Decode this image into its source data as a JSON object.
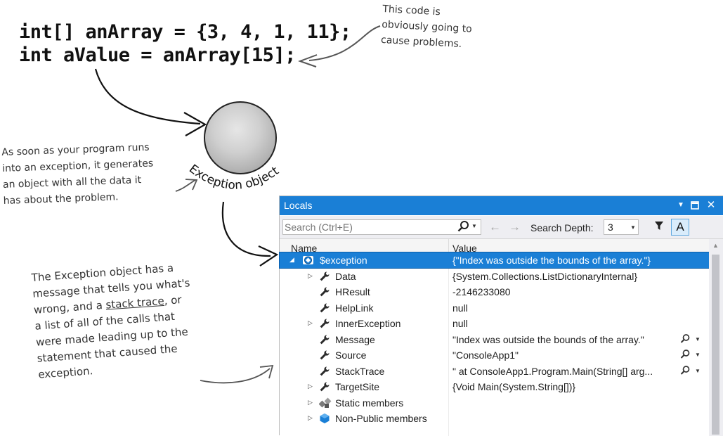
{
  "code": {
    "line1": "int[] anArray = {3, 4, 1, 11};",
    "line2": "int aValue = anArray[15];"
  },
  "annotations": {
    "code_note": "This code is\nobviously going to\ncause problems.",
    "object_note": "As soon as your program runs\ninto an exception, it generates\nan object with all the data it\nhas about the problem.",
    "sphere_label": "Exception object",
    "trace_note_before": "The Exception object has a\nmessage that tells you what's\nwrong, and a ",
    "trace_note_underlined": "stack trace",
    "trace_note_after": ", or\na list of all of the calls that\nwere made leading up to the\nstatement that caused the\nexception."
  },
  "locals_window": {
    "title": "Locals",
    "search_placeholder": "Search (Ctrl+E)",
    "search_depth_label": "Search Depth:",
    "search_depth_value": "3",
    "a_button": "A",
    "columns": {
      "name": "Name",
      "value": "Value"
    },
    "rows": [
      {
        "name": "$exception",
        "value": "{\"Index was outside the bounds of the array.\"}",
        "expander": "◢",
        "icon": "exception-icon",
        "selected": true
      },
      {
        "name": "Data",
        "value": "{System.Collections.ListDictionaryInternal}",
        "expander": "▷",
        "icon": "wrench-icon"
      },
      {
        "name": "HResult",
        "value": "-2146233080",
        "expander": "",
        "icon": "wrench-icon"
      },
      {
        "name": "HelpLink",
        "value": "null",
        "expander": "",
        "icon": "wrench-icon"
      },
      {
        "name": "InnerException",
        "value": "null",
        "expander": "▷",
        "icon": "wrench-icon"
      },
      {
        "name": "Message",
        "value": "\"Index was outside the bounds of the array.\"",
        "expander": "",
        "icon": "wrench-icon",
        "visualizer": true
      },
      {
        "name": "Source",
        "value": "\"ConsoleApp1\"",
        "expander": "",
        "icon": "wrench-icon",
        "visualizer": true
      },
      {
        "name": "StackTrace",
        "value": "\"   at ConsoleApp1.Program.Main(String[] arg...",
        "expander": "",
        "icon": "wrench-icon",
        "visualizer": true
      },
      {
        "name": "TargetSite",
        "value": "{Void Main(System.String[])}",
        "expander": "▷",
        "icon": "wrench-icon"
      },
      {
        "name": "Static members",
        "value": "",
        "expander": "▷",
        "icon": "static-members-icon"
      },
      {
        "name": "Non-Public members",
        "value": "",
        "expander": "▷",
        "icon": "cube-icon"
      }
    ]
  },
  "colors": {
    "accent": "#1a7fd6",
    "toolbar_bg": "#eeeef2"
  }
}
